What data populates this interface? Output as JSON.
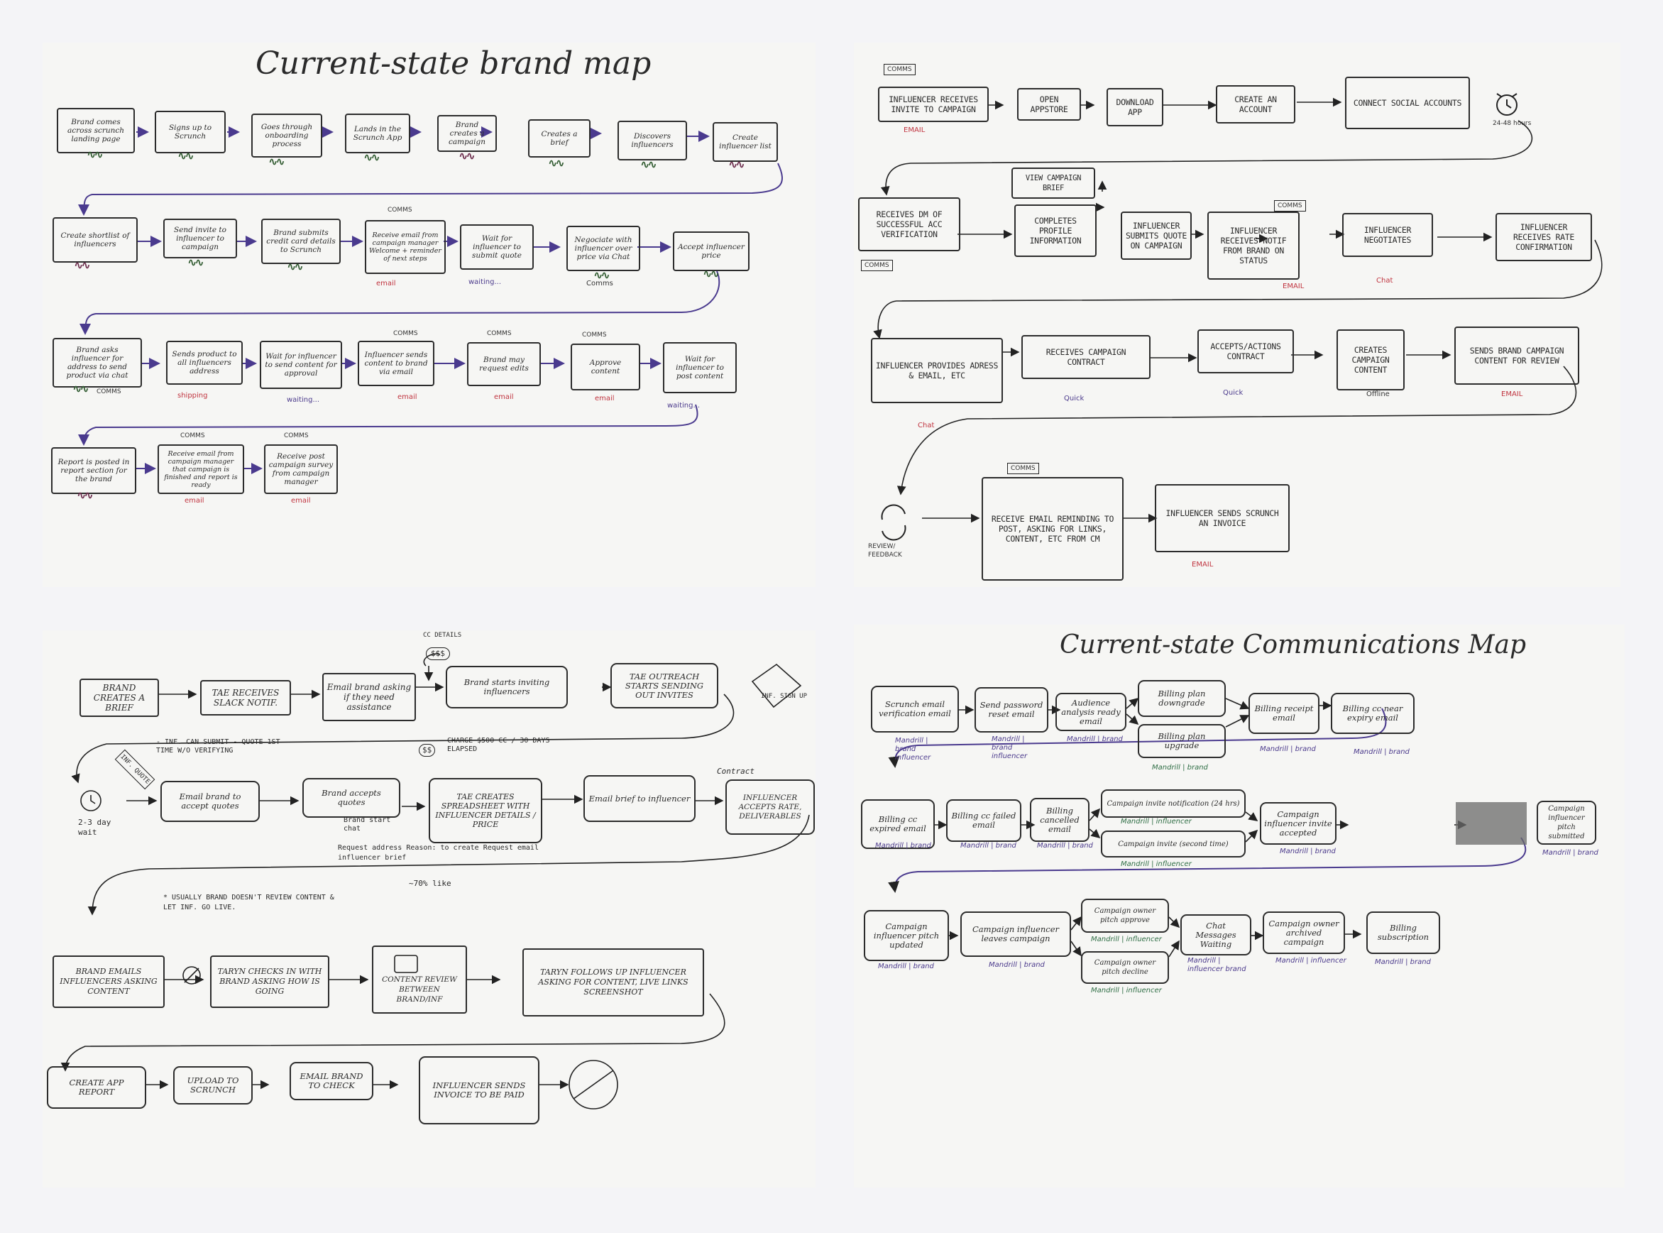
{
  "brand_map": {
    "title": "Current-state brand map",
    "row1": [
      "Brand comes across scrunch landing page",
      "Signs up to Scrunch",
      "Goes through onboarding process",
      "Lands in the Scrunch App",
      "Brand creates a campaign",
      "Creates a brief",
      "Discovers influencers",
      "Create influencer list"
    ],
    "row2": [
      "Create shortlist of influencers",
      "Send invite to influencer to campaign",
      "Brand submits credit card details to Scrunch",
      "Receive email from campaign manager Welcome + reminder of next steps",
      "Wait for influencer to submit quote",
      "Negociate with influencer over price via Chat",
      "Accept influencer price"
    ],
    "row3": [
      "Brand asks influencer for address to send product via chat",
      "Sends product to all influencers address",
      "Wait for influencer to send content for approval",
      "Influencer sends content to brand via email",
      "Brand may request edits",
      "Approve content",
      "Wait for influencer to post content"
    ],
    "row4": [
      "Report is posted in report section for the brand",
      "Receive email from campaign manager that campaign is finished and report is ready",
      "Receive post campaign survey from campaign manager"
    ],
    "labels": {
      "comms": "COMMS",
      "email": "email",
      "waiting": "waiting...",
      "shipping": "shipping",
      "comms_low": "Comms"
    }
  },
  "influencer_map": {
    "row1": [
      "Influencer receives invite to campaign",
      "Open Appstore",
      "Download App",
      "Create an account",
      "Connect social accounts"
    ],
    "timer": "24-48 hours",
    "view_brief": "View campaign brief",
    "row2": [
      "Receives DM of successful acc verification",
      "Completes profile information",
      "Influencer submits quote on campaign",
      "Influencer receives notif from brand on status",
      "Influencer negotiates",
      "Influencer receives rate confirmation"
    ],
    "row3": [
      "Influencer provides adress & email, etc",
      "Receives campaign contract",
      "Accepts/actions contract",
      "Creates campaign content",
      "Sends brand campaign content for review"
    ],
    "row4": [
      "Receive email reminding to post, asking for links, content, etc from CM",
      "Influencer sends Scrunch an invoice"
    ],
    "review": "Review/ Feedback",
    "labels": {
      "email": "EMAIL",
      "comms": "COMMS",
      "chat": "Chat",
      "quick": "Quick",
      "offline": "Offline"
    }
  },
  "process_notes": {
    "row1": [
      "Brand creates a brief",
      "TAE receives slack notif.",
      "Email brand asking if they need assistance",
      "Brand starts inviting influencers",
      "TAE outreach starts sending out invites"
    ],
    "cc": "CC DETAILS",
    "cc_amount": "$$$",
    "inf_signup": "INF. SIGN UP",
    "row2": [
      "Email brand to accept quotes",
      "Brand accepts quotes",
      "TAE creates spreadsheet with influencer details / price",
      "Email brief to influencer",
      "Influencer accepts rate, deliverables"
    ],
    "inf_quote": "INF. QUOTE",
    "wait": "2-3 day wait",
    "charge": "CHARGE $500 CC / 30 DAYS ELAPSED",
    "inf_can_submit": "- INF. CAN SUBMIT - QUOTE 1ST TIME W/O VERIFYING",
    "brand_chat": "Brand start chat",
    "request_address": "Request address Reason: to create Request email influencer brief",
    "pct": "~70% like",
    "usually": "* USUALLY BRAND DOESN'T REVIEW CONTENT & LET INF. GO LIVE.",
    "row3": [
      "Brand emails influencers asking content",
      "Taryn checks in with brand asking how is going",
      "Content review between brand/inf",
      "Taryn follows up influencer asking for content, live links screenshot"
    ],
    "row4": [
      "Create app report",
      "Upload to Scrunch",
      "Email brand to check",
      "Influencer sends invoice to be paid"
    ],
    "contract": "Contract"
  },
  "comms_map": {
    "title": "Current-state Communications Map",
    "row1": [
      "Scrunch email verification email",
      "Send password reset email",
      "Audience analysis ready email",
      "Billing plan downgrade",
      "Billing plan upgrade",
      "Billing receipt email",
      "Billing cc near expiry email"
    ],
    "row2": [
      "Billing cc expired email",
      "Billing cc failed email",
      "Billing cancelled email",
      "Campaign invite notification (24 hrs)",
      "Campaign invite (second time)",
      "Campaign influencer invite accepted",
      "Campaign influencer pitch submitted"
    ],
    "row3": [
      "Campaign influencer pitch updated",
      "Campaign influencer leaves campaign",
      "Campaign owner pitch approve",
      "Campaign owner pitch decline",
      "Chat Messages Waiting",
      "Campaign owner archived campaign",
      "Billing subscription"
    ],
    "sub": {
      "mb": "Mandrill | brand",
      "mbi": "Mandrill | brand influencer",
      "mi": "Mandrill | influencer",
      "mib": "Mandrill | influencer brand"
    }
  }
}
